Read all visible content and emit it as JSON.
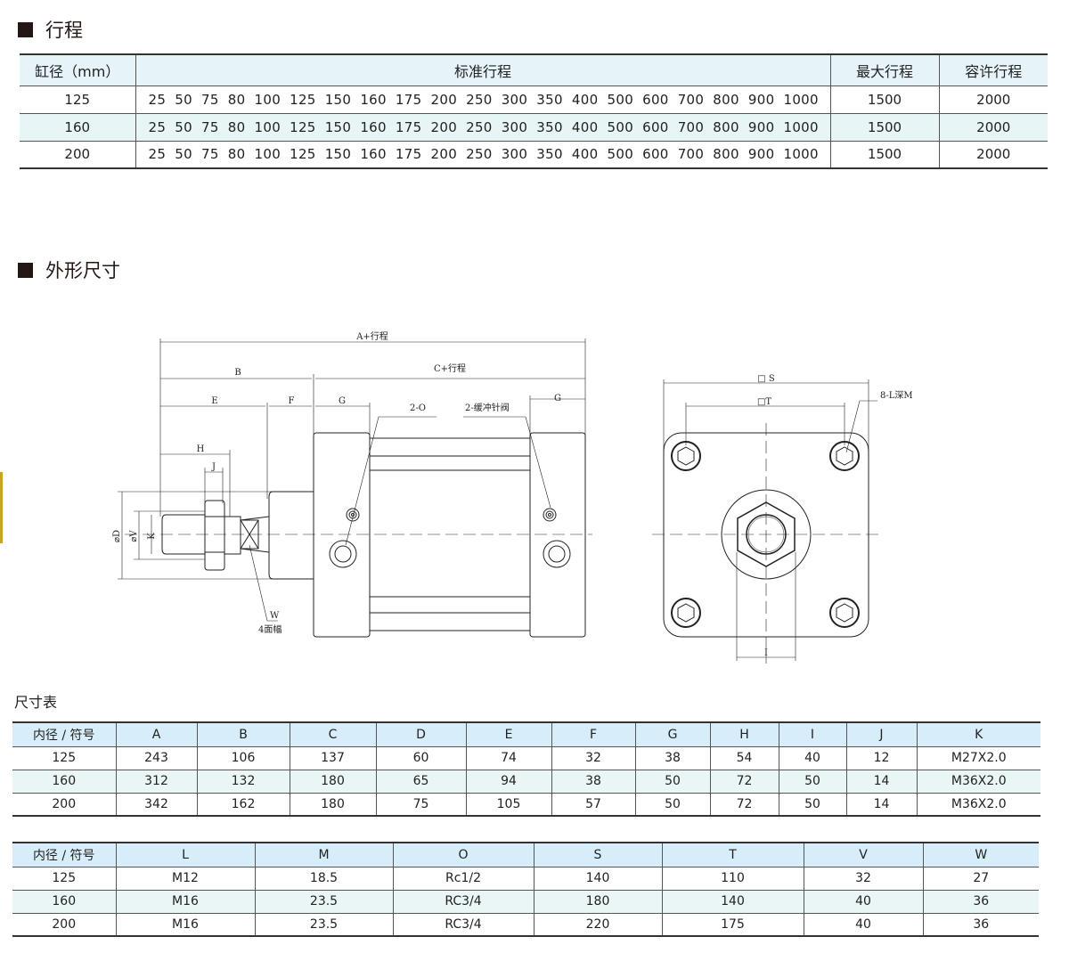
{
  "section_stroke": {
    "title": "行程"
  },
  "stroke_table": {
    "headers": [
      "缸径（mm）",
      "标准行程",
      "最大行程",
      "容许行程"
    ],
    "rows": [
      {
        "bore": "125",
        "standard": "25 50 75 80 100 125 150 160 175 200 250 300 350 400 500 600 700 800 900 1000",
        "max": "1500",
        "allowed": "2000"
      },
      {
        "bore": "160",
        "standard": "25 50 75 80 100 125 150 160 175 200 250 300 350 400 500 600 700 800 900 1000",
        "max": "1500",
        "allowed": "2000"
      },
      {
        "bore": "200",
        "standard": "25 50 75 80 100 125 150 160 175 200 250 300 350 400 500 600 700 800 900 1000",
        "max": "1500",
        "allowed": "2000"
      }
    ]
  },
  "section_dims": {
    "title": "外形尺寸"
  },
  "drawing_labels": {
    "a_stroke": "A+行程",
    "b": "B",
    "c_stroke": "C+行程",
    "e": "E",
    "f": "F",
    "g": "G",
    "g2": "G",
    "h": "H",
    "j": "J",
    "od": "⌀D",
    "ov": "⌀V",
    "k": "K",
    "w": "W",
    "w_note": "4面幅",
    "port": "2-O",
    "needle": "2-缓冲针阀",
    "s": "□ S",
    "t": "□T",
    "i": "I",
    "lm": "8-L深M"
  },
  "dim_table_title": "尺寸表",
  "dim_table_1": {
    "headers": [
      "内径 / 符号",
      "A",
      "B",
      "C",
      "D",
      "E",
      "F",
      "G",
      "H",
      "I",
      "J",
      "K"
    ],
    "rows": [
      [
        "125",
        "243",
        "106",
        "137",
        "60",
        "74",
        "32",
        "38",
        "54",
        "40",
        "12",
        "M27X2.0"
      ],
      [
        "160",
        "312",
        "132",
        "180",
        "65",
        "94",
        "38",
        "50",
        "72",
        "50",
        "14",
        "M36X2.0"
      ],
      [
        "200",
        "342",
        "162",
        "180",
        "75",
        "105",
        "57",
        "50",
        "72",
        "50",
        "14",
        "M36X2.0"
      ]
    ]
  },
  "dim_table_2": {
    "headers": [
      "内径 / 符号",
      "L",
      "M",
      "O",
      "S",
      "T",
      "V",
      "W"
    ],
    "rows": [
      [
        "125",
        "M12",
        "18.5",
        "Rc1/2",
        "140",
        "110",
        "32",
        "27"
      ],
      [
        "160",
        "M16",
        "23.5",
        "RC3/4",
        "180",
        "140",
        "40",
        "36"
      ],
      [
        "200",
        "M16",
        "23.5",
        "RC3/4",
        "220",
        "175",
        "40",
        "36"
      ]
    ]
  },
  "colors": {
    "header_bg": "#e6f4fa",
    "alt_row_bg": "#e8f5f6",
    "accent": "#c9a227",
    "ink": "#231815"
  }
}
